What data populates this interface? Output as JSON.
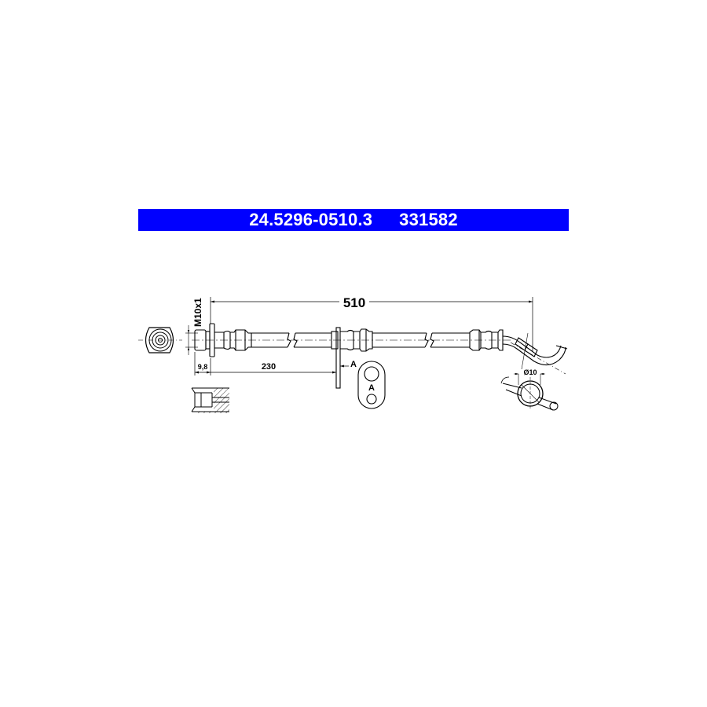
{
  "header": {
    "part_number": "24.5296-0510.3",
    "article_number": "331582",
    "background_color": "#0000ff",
    "text_color": "#ffffff"
  },
  "drawing": {
    "subject": "brake-hose",
    "dimensions": {
      "overall_length": "510",
      "clip_position": "230",
      "thread_length": "9,8",
      "thread_spec": "M10x1",
      "end_diameter": "Ø10"
    },
    "section_labels": {
      "arrow_label": "A",
      "bracket_view_label": "A"
    },
    "line_color": "#000000"
  }
}
